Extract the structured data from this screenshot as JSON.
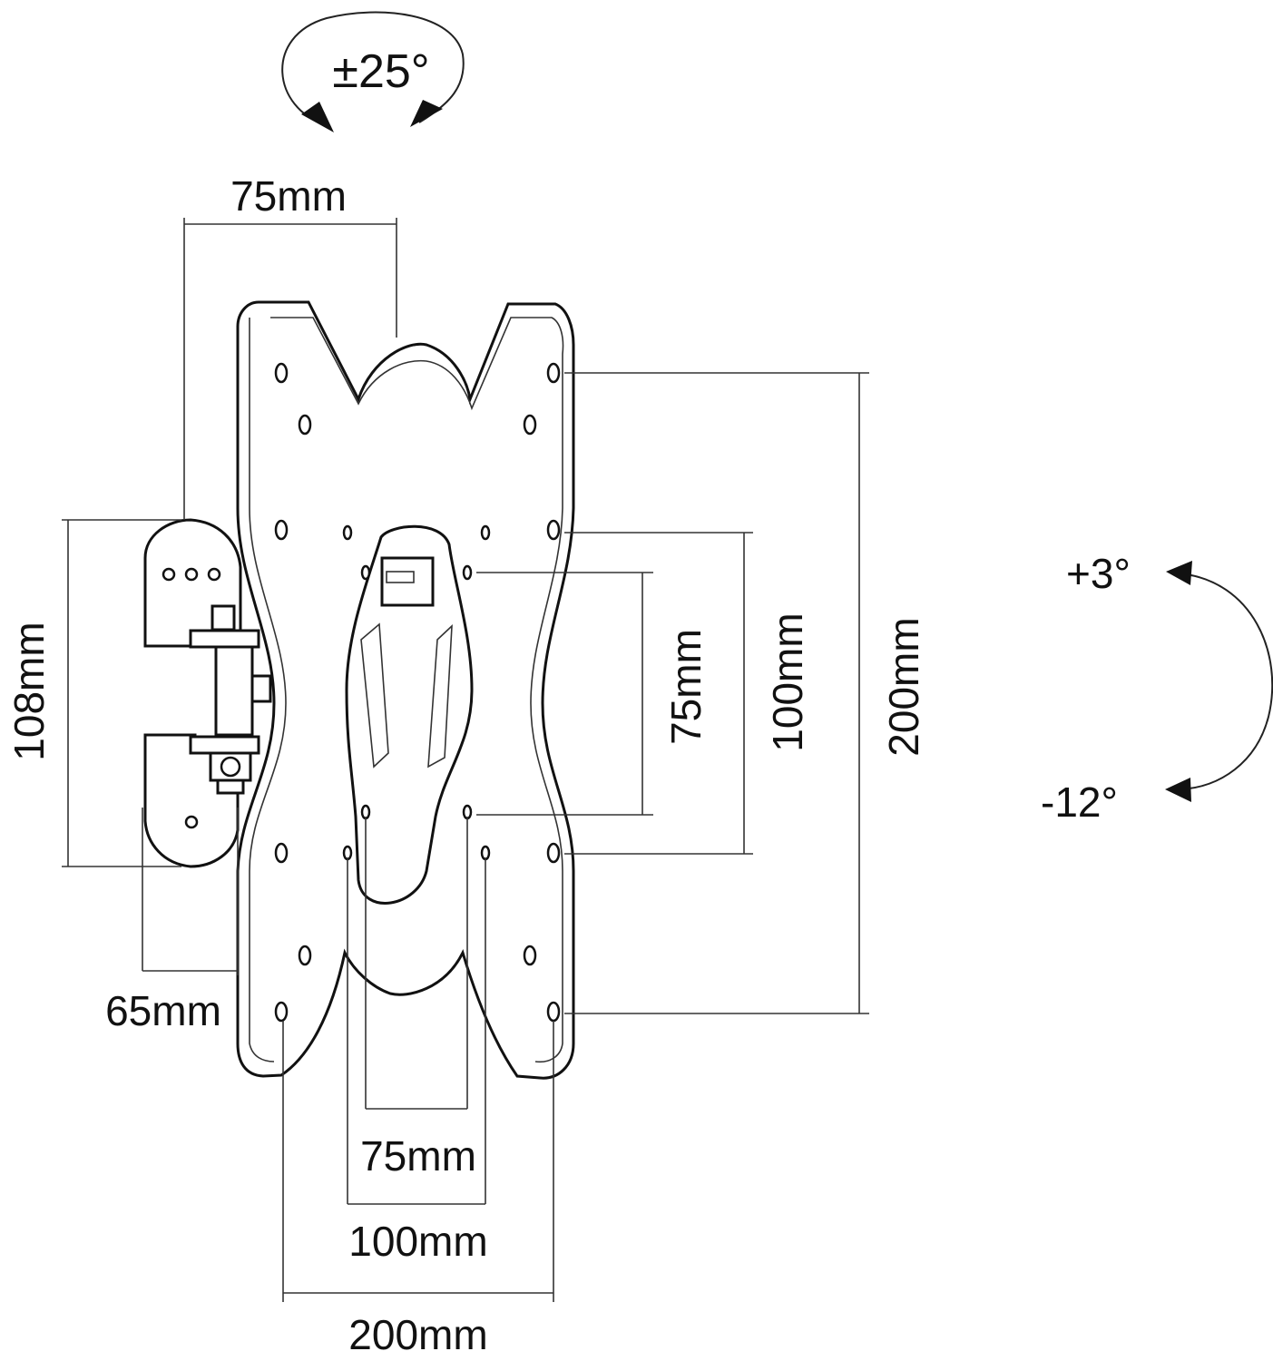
{
  "rotation": {
    "swivel_label": "±25°"
  },
  "tilt": {
    "up_label": "+3°",
    "down_label": "-12°"
  },
  "dimensions": {
    "top_width": "75mm",
    "wall_plate_height": "108mm",
    "wall_plate_depth": "65mm",
    "vesa_v75": "75mm",
    "vesa_v100": "100mm",
    "vesa_v200": "200mm",
    "vesa_h75": "75mm",
    "vesa_h100": "100mm",
    "vesa_h200": "200mm"
  },
  "colors": {
    "line": "#111111",
    "background": "#ffffff"
  }
}
